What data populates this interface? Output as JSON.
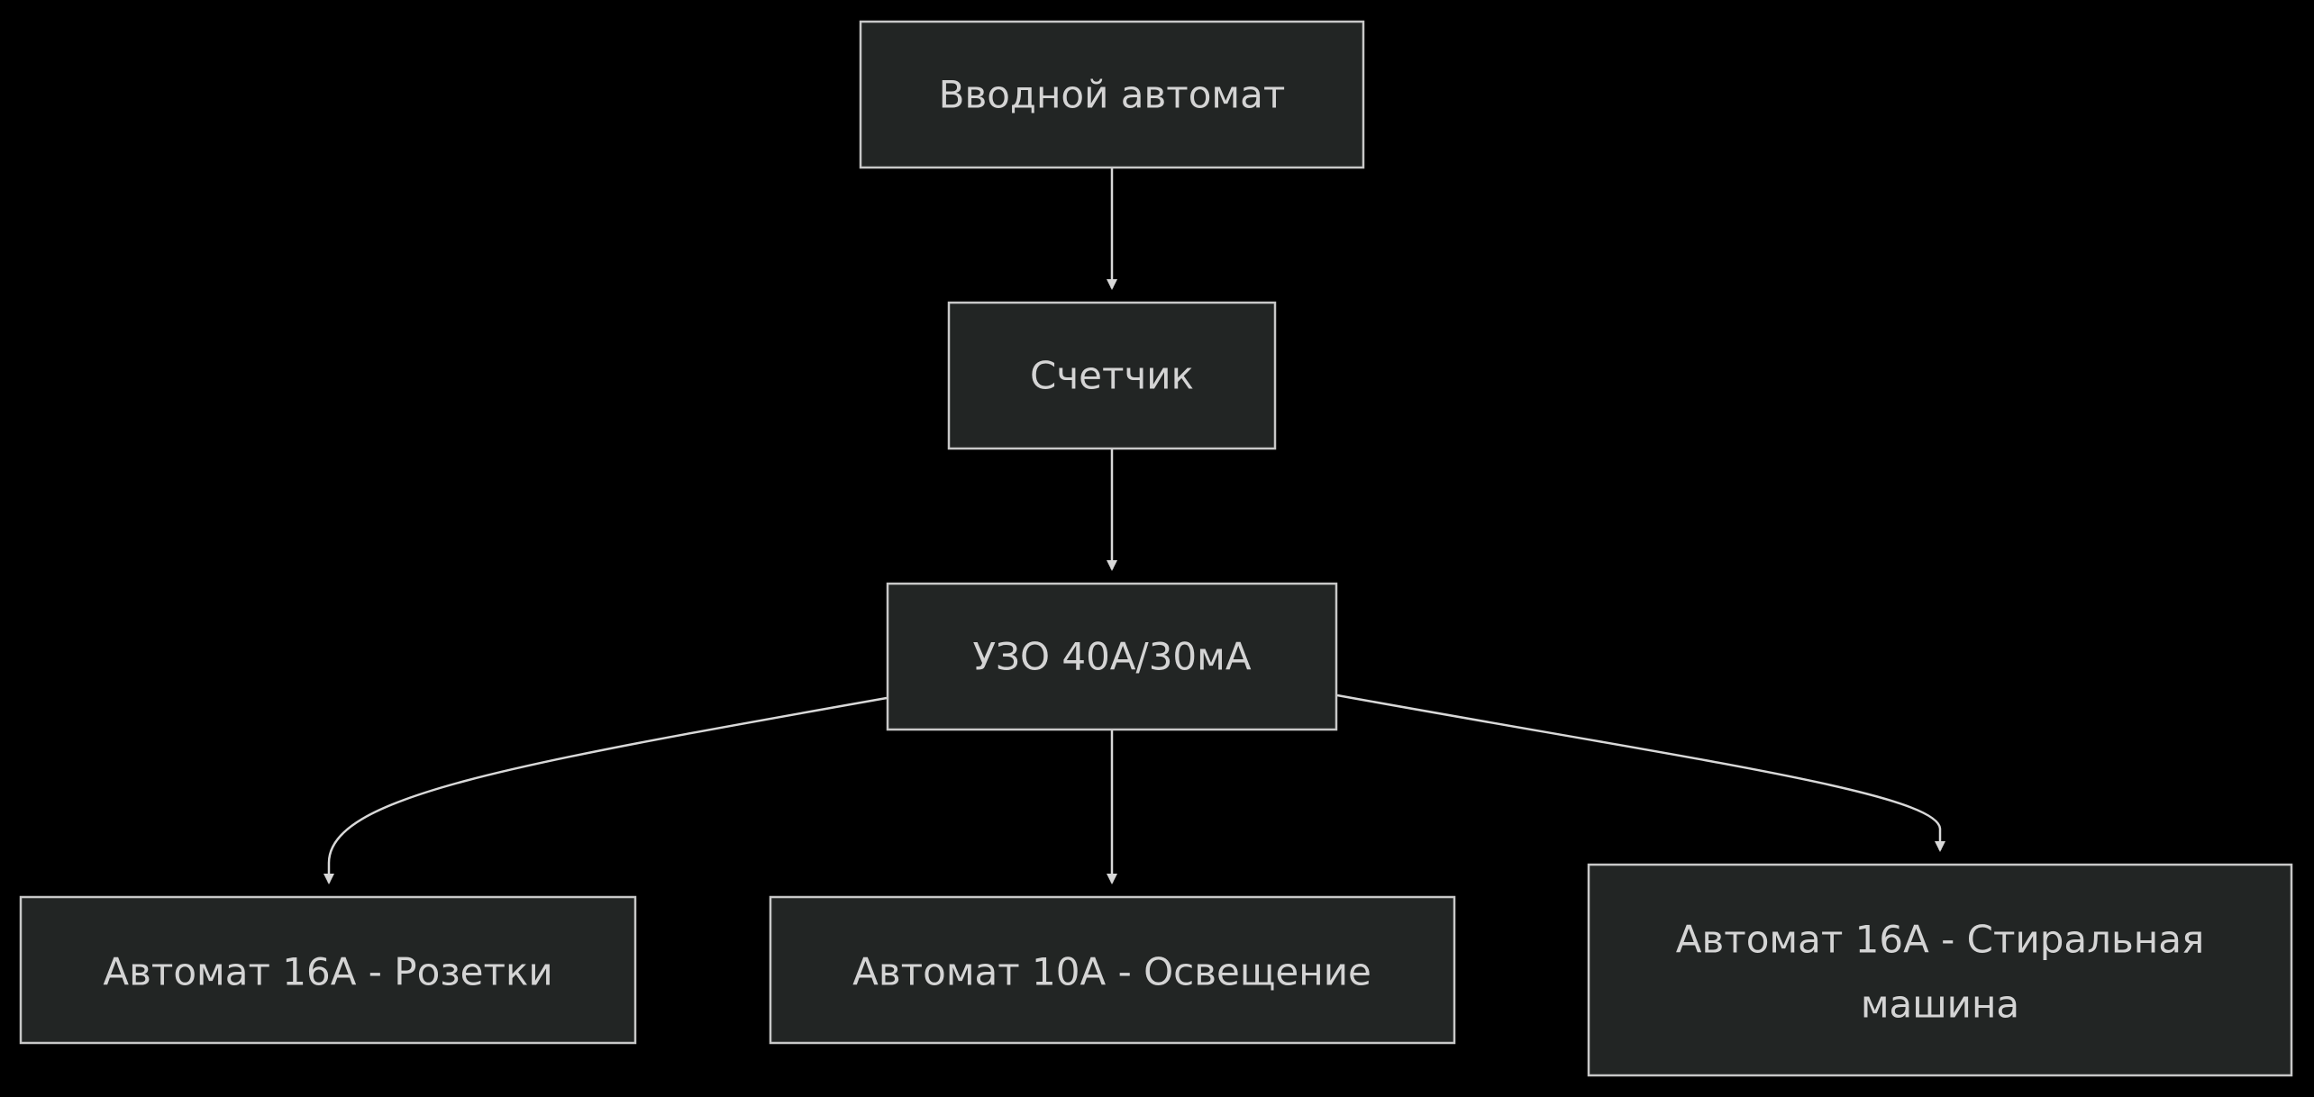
{
  "diagram": {
    "type": "flowchart",
    "nodes": {
      "input_breaker": {
        "label": "Вводной автомат"
      },
      "meter": {
        "label": "Счетчик"
      },
      "rcd": {
        "label": "УЗО 40А/30мА"
      },
      "breaker_sockets": {
        "label": "Автомат 16А - Розетки"
      },
      "breaker_lighting": {
        "label": "Автомат 10А - Освещение"
      },
      "breaker_washer": {
        "label_line1": "Автомат 16А - Стиральная",
        "label_line2": "машина"
      }
    },
    "edges": [
      {
        "from": "input_breaker",
        "to": "meter"
      },
      {
        "from": "meter",
        "to": "rcd"
      },
      {
        "from": "rcd",
        "to": "breaker_sockets"
      },
      {
        "from": "rcd",
        "to": "breaker_lighting"
      },
      {
        "from": "rcd",
        "to": "breaker_washer"
      }
    ],
    "colors": {
      "background": "#000000",
      "node_fill": "#222524",
      "node_stroke": "#c8c8c8",
      "text": "#d4d4d4",
      "edge": "#d8d8d8"
    }
  }
}
